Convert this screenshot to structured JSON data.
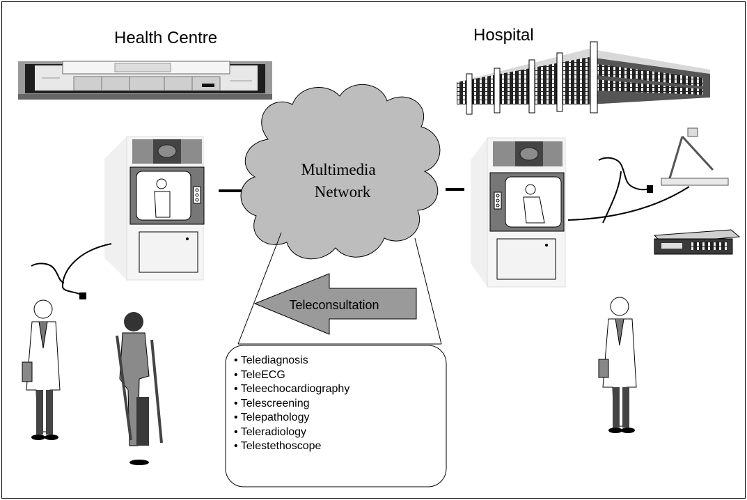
{
  "labels": {
    "health_centre": "Health Centre",
    "hospital": "Hospital",
    "network_line1": "Multimedia",
    "network_line2": "Network",
    "arrow": "Teleconsultation"
  },
  "services": [
    "Telediagnosis",
    "TeleECG",
    "Teleechocardiography",
    "Telescreening",
    "Telepathology",
    "Teleradiology",
    "Telestethoscope"
  ],
  "colors": {
    "cloud": "#bdbdbd",
    "arrow": "#9a9a9a",
    "cabinet_light": "#f0f0f0",
    "cabinet_dark": "#8c8c8c"
  }
}
